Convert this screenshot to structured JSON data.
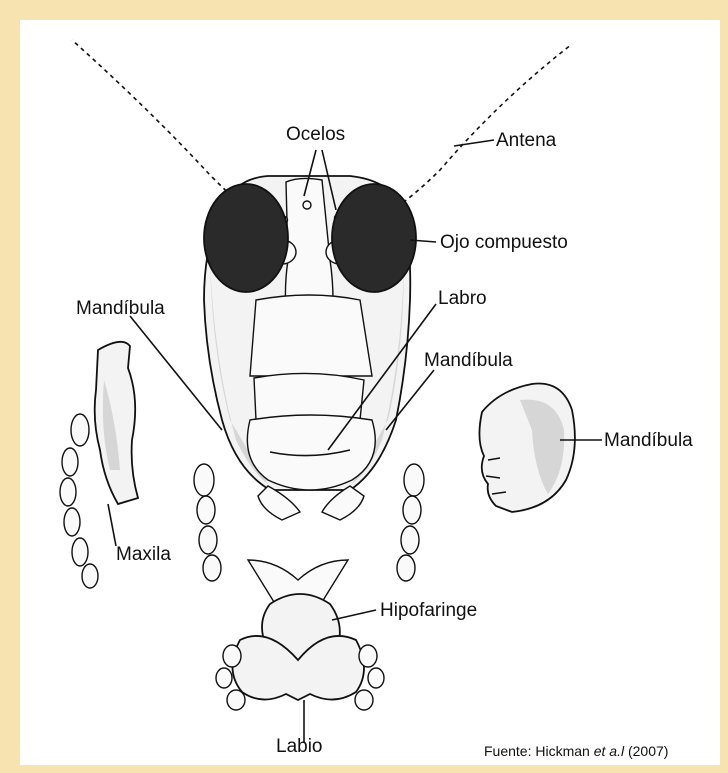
{
  "labels": {
    "ocelos": "Ocelos",
    "antena": "Antena",
    "ojo_compuesto": "Ojo compuesto",
    "labro": "Labro",
    "mandibula_left": "Mandíbula",
    "mandibula_center": "Mandíbula",
    "mandibula_right": "Mandíbula",
    "maxila": "Maxila",
    "hipofaringe": "Hipofaringe",
    "labio": "Labio"
  },
  "source": {
    "prefix": "Fuente: Hickman ",
    "italic": "et a.l",
    "suffix": " (2007)"
  },
  "colors": {
    "background": "#f6e3b0",
    "panel": "#ffffff",
    "ink": "#111111"
  }
}
